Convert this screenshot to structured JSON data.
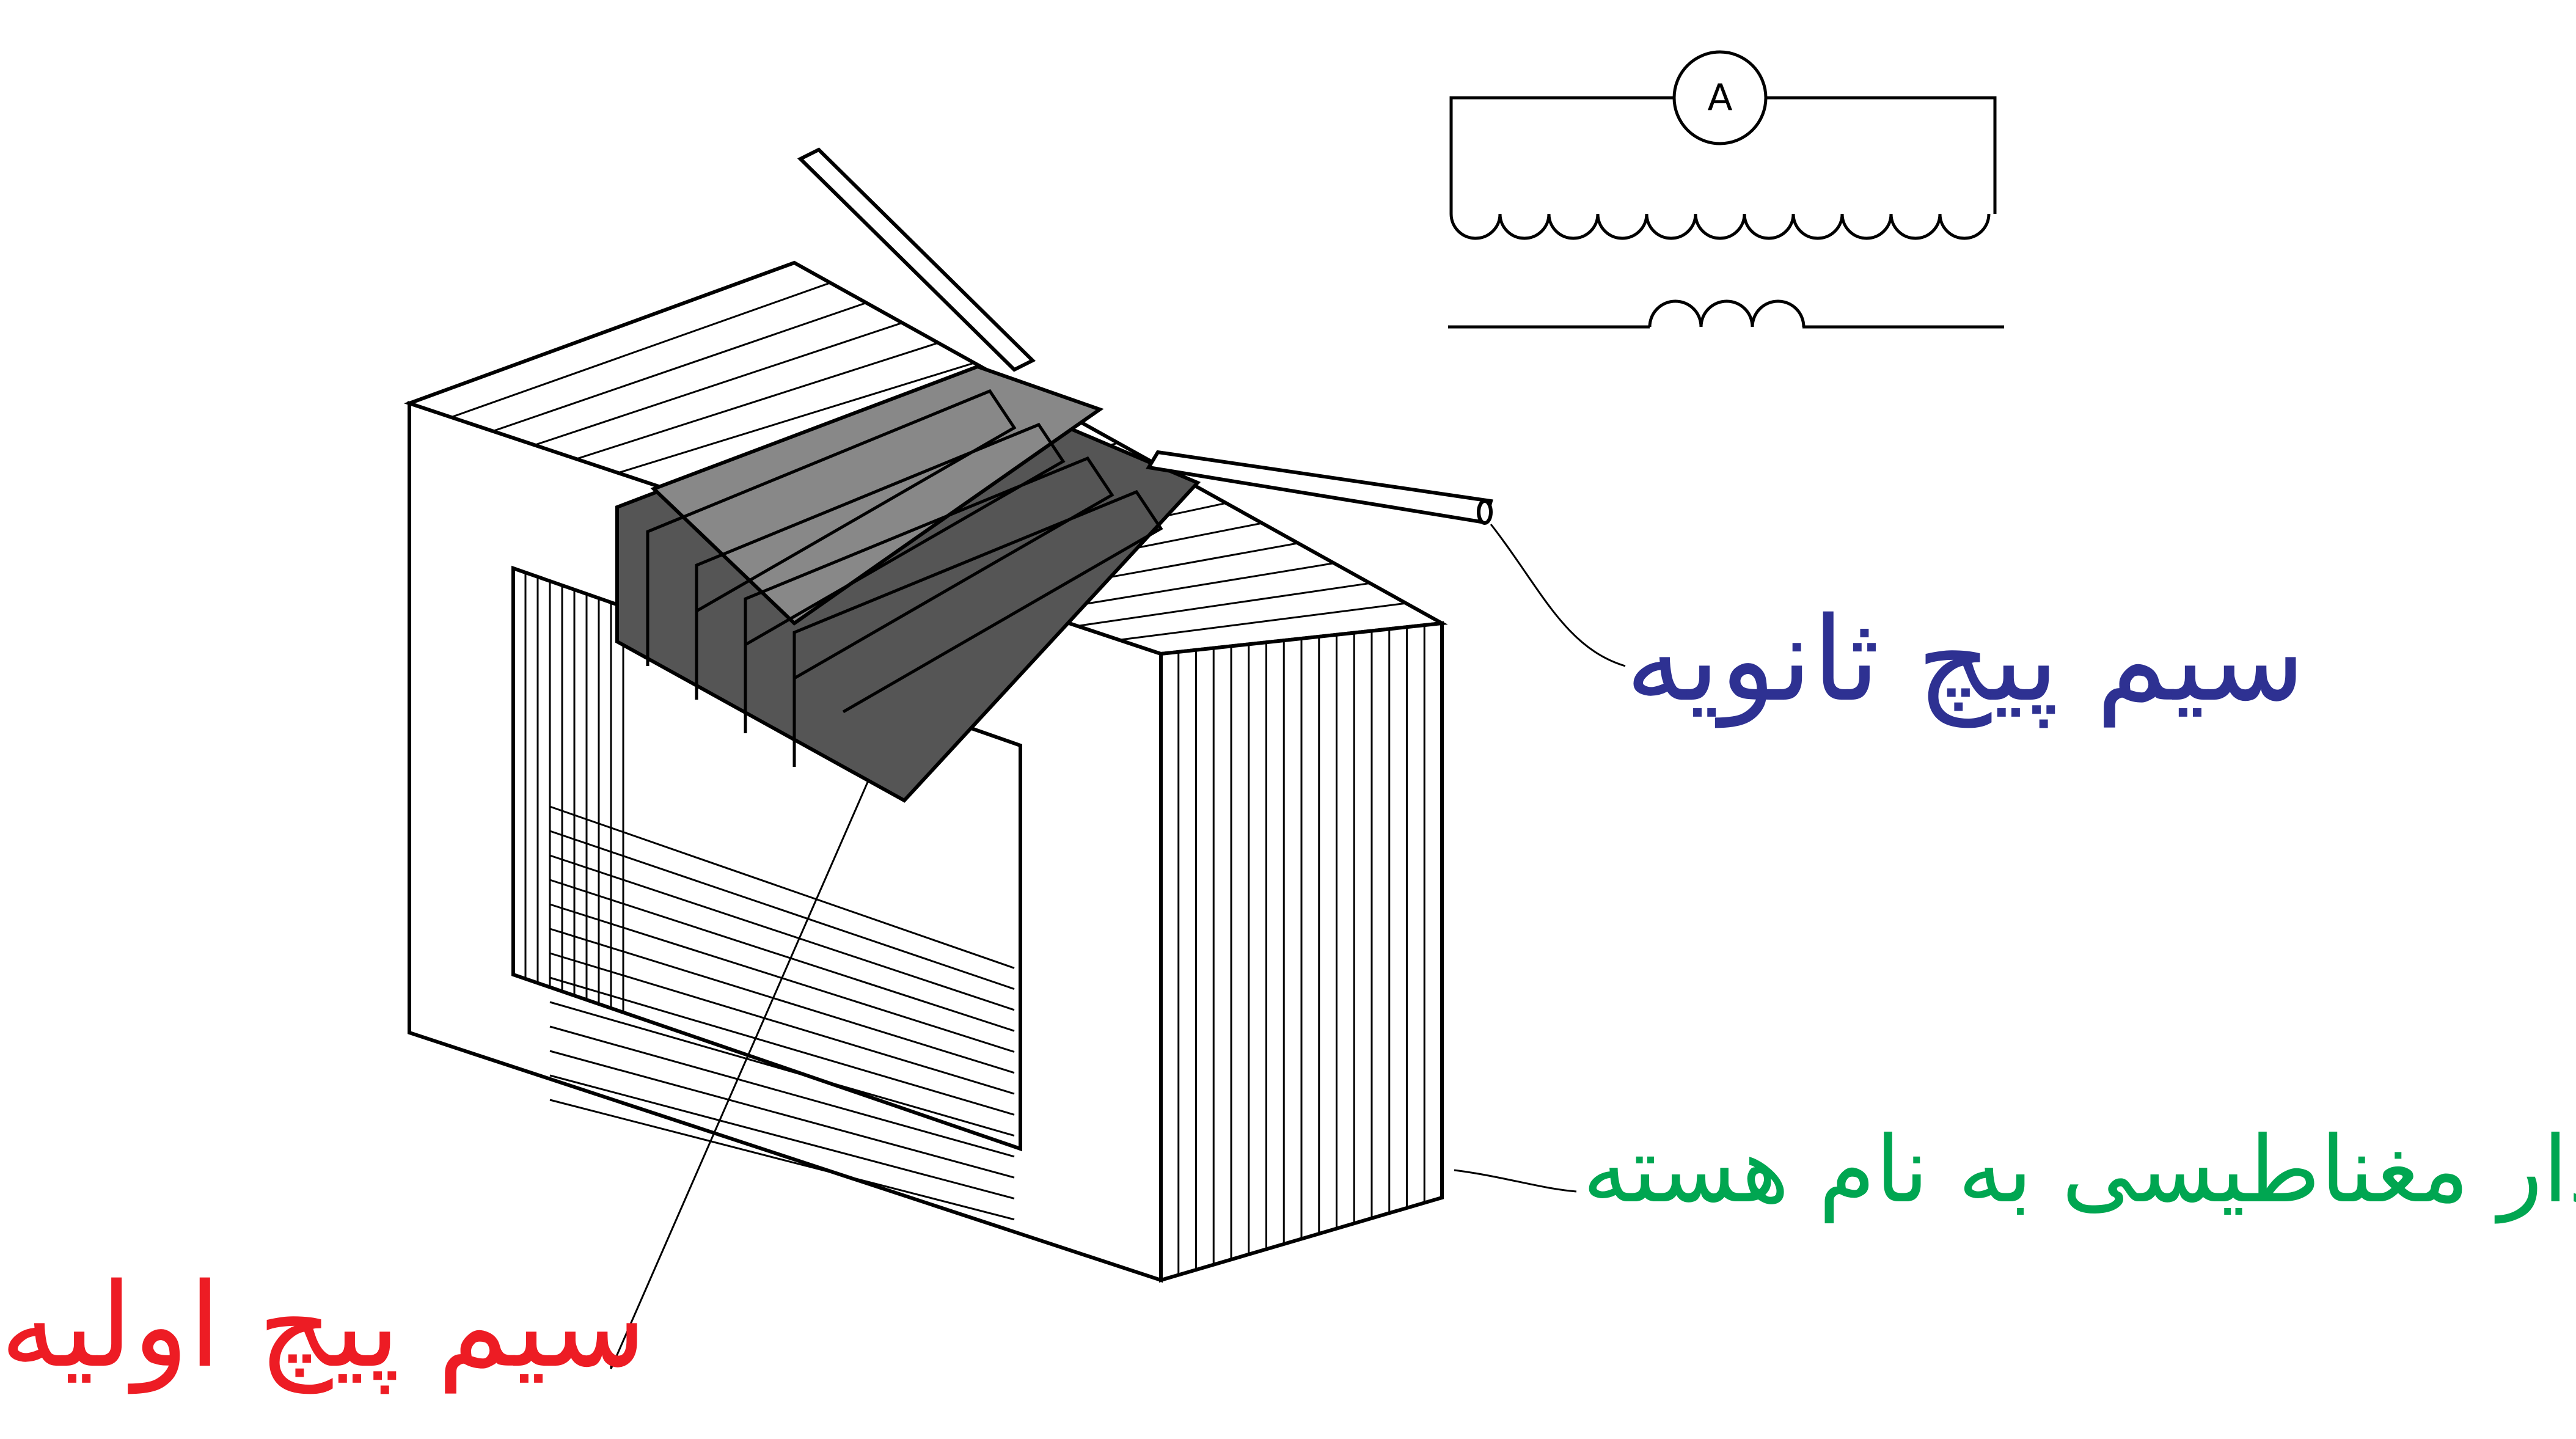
{
  "labels": {
    "secondary_winding": "سیم پیچ ثانویه",
    "primary_winding": "سیم پیچ اولیه",
    "magnetic_core": "مدار مغناطیسی به نام هسته"
  },
  "ammeter_symbol": "A",
  "colors": {
    "secondary_winding": "#2e3192",
    "primary_winding": "#ed1c24",
    "magnetic_core": "#00a651",
    "line": "#000000",
    "background": "#ffffff"
  },
  "icons": {
    "transformer_core": "laminated-core-drawing",
    "circuit": "current-transformer-schematic"
  }
}
